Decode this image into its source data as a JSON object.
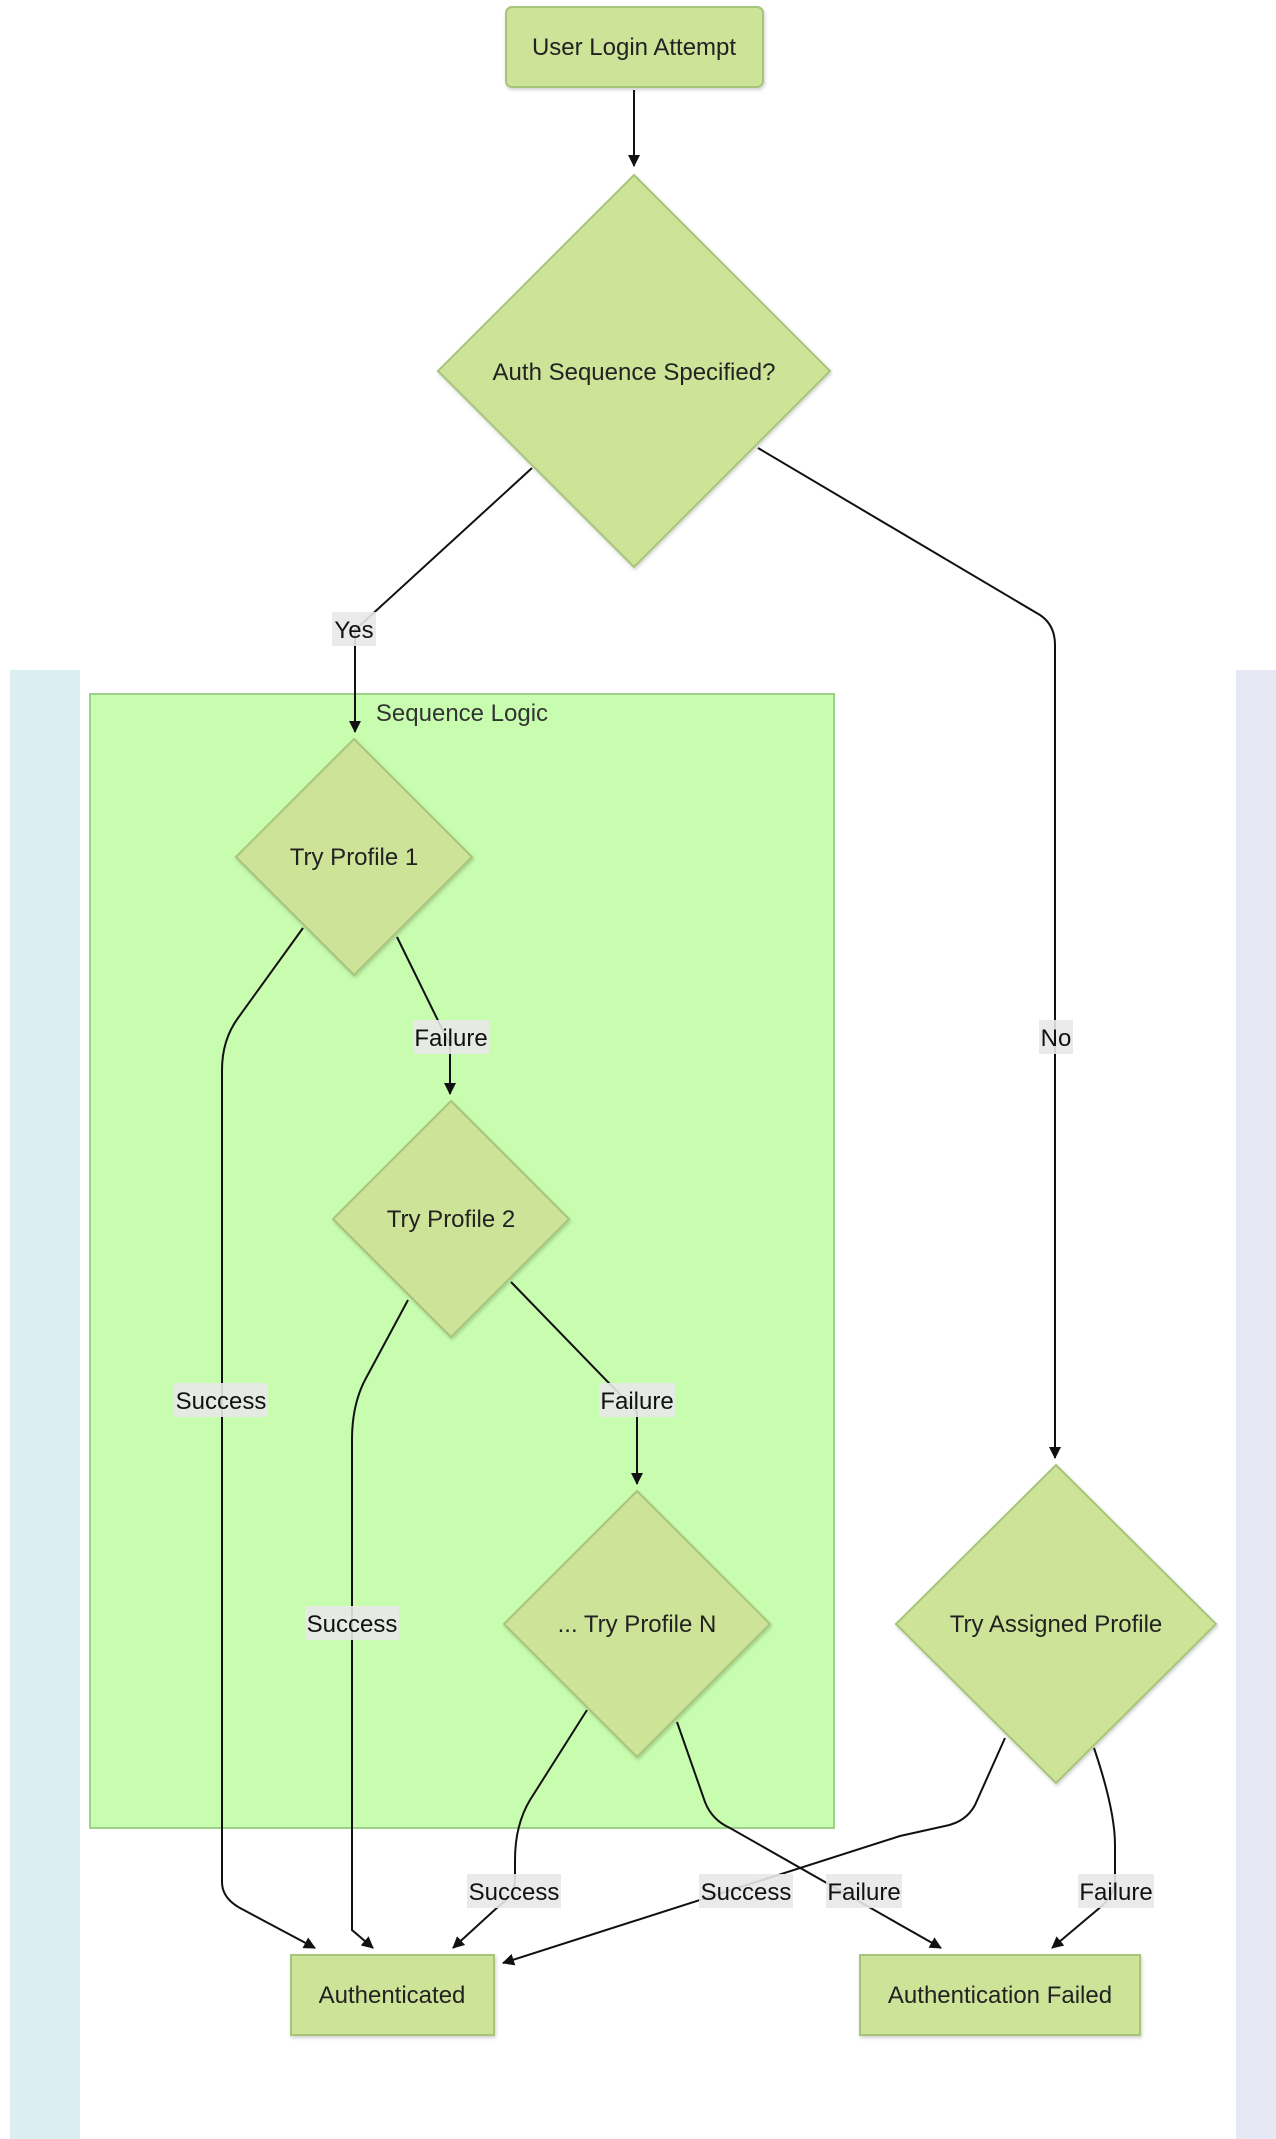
{
  "diagram": {
    "colors": {
      "node_fill": "#cde498",
      "node_stroke": "#a7c57a",
      "cluster_fill": "#c8fdb0",
      "cluster_stroke": "#9fd08a",
      "left_band": "#dbeff2",
      "right_band": "#e6e8f6",
      "edge": "#111111",
      "label_bg": "#e8e8e8"
    },
    "cluster": {
      "title": "Sequence Logic"
    },
    "nodes": {
      "login": {
        "label": "User Login Attempt",
        "shape": "rounded-rect"
      },
      "seq_specified": {
        "label": "Auth Sequence Specified?",
        "shape": "diamond"
      },
      "profile1": {
        "label": "Try Profile 1",
        "shape": "diamond"
      },
      "profile2": {
        "label": "Try Profile 2",
        "shape": "diamond"
      },
      "profileN": {
        "label": "... Try Profile N",
        "shape": "diamond"
      },
      "assigned": {
        "label": "Try Assigned Profile",
        "shape": "diamond"
      },
      "authenticated": {
        "label": "Authenticated",
        "shape": "rect"
      },
      "failed": {
        "label": "Authentication Failed",
        "shape": "rect"
      }
    },
    "edges": {
      "login_to_seq": {
        "from": "User Login Attempt",
        "to": "Auth Sequence Specified?",
        "label": ""
      },
      "seq_yes": {
        "from": "Auth Sequence Specified?",
        "to": "Try Profile 1",
        "label": "Yes"
      },
      "seq_no": {
        "from": "Auth Sequence Specified?",
        "to": "Try Assigned Profile",
        "label": "No"
      },
      "p1_failure": {
        "from": "Try Profile 1",
        "to": "Try Profile 2",
        "label": "Failure"
      },
      "p1_success": {
        "from": "Try Profile 1",
        "to": "Authenticated",
        "label": "Success"
      },
      "p2_failure": {
        "from": "Try Profile 2",
        "to": "... Try Profile N",
        "label": "Failure"
      },
      "p2_success": {
        "from": "Try Profile 2",
        "to": "Authenticated",
        "label": "Success"
      },
      "pN_success": {
        "from": "... Try Profile N",
        "to": "Authenticated",
        "label": "Success"
      },
      "pN_failure": {
        "from": "... Try Profile N",
        "to": "Authentication Failed",
        "label": "Failure"
      },
      "assigned_success": {
        "from": "Try Assigned Profile",
        "to": "Authenticated",
        "label": "Success"
      },
      "assigned_failure": {
        "from": "Try Assigned Profile",
        "to": "Authentication Failed",
        "label": "Failure"
      }
    }
  }
}
